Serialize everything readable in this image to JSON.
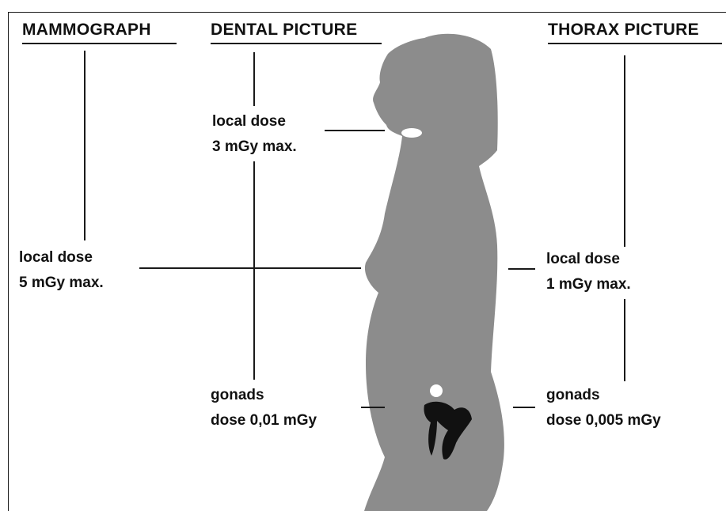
{
  "headers": {
    "mammograph": "MAMMOGRAPH",
    "dental": "DENTAL PICTURE",
    "thorax": "THORAX PICTURE"
  },
  "dental_local": {
    "line1": "local dose",
    "line2": "3 mGy max."
  },
  "mammo_local": {
    "line1": "local dose",
    "line2": "5 mGy max."
  },
  "thorax_local": {
    "line1": "local dose",
    "line2": "1 mGy max."
  },
  "dental_gonads": {
    "line1": "gonads",
    "line2": "dose 0,01 mGy"
  },
  "thorax_gonads": {
    "line1": "gonads",
    "line2": "dose 0,005 mGy"
  },
  "colors": {
    "silhouette": "#8c8c8c",
    "lines": "#1a1a1a",
    "organs": "#111111",
    "teeth": "#ffffff"
  }
}
